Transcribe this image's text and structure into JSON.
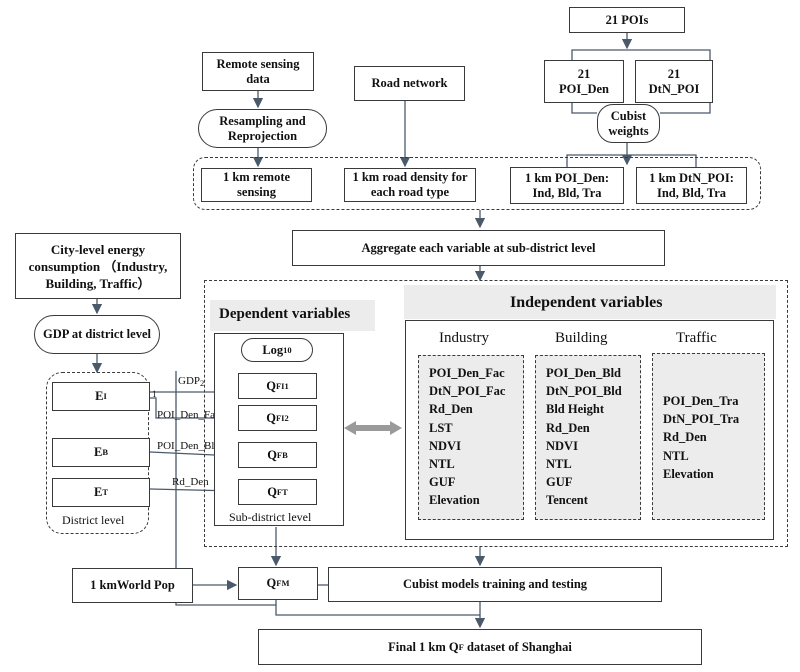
{
  "nodes": {
    "pois": "21 POIs",
    "poi_den_l1": "21",
    "poi_den_l2": "POI_Den",
    "dtn_poi_l1": "21",
    "dtn_poi_l2": "DtN_POI",
    "cubist_weights": "Cubist weights",
    "remote_sensing": "Remote sensing data",
    "resampling": "Resampling and Reprojection",
    "road_network": "Road network",
    "km_remote_sensing": "1 km remote sensing",
    "km_road_density": "1 km road density for each road type",
    "km_poi_den_l1": "1 km POI_Den:",
    "km_poi_den_l2": "Ind, Bld, Tra",
    "km_dtn_poi_l1": "1 km DtN_POI:",
    "km_dtn_poi_l2": "Ind, Bld, Tra",
    "aggregate": "Aggregate each variable at sub-district level",
    "city_energy": "City-level energy consumption （Industry, Building, Traffic）",
    "gdp_district": "GDP at district level",
    "e_i": "E",
    "e_i_sub": "I",
    "e_b": "E",
    "e_b_sub": "B",
    "e_t": "E",
    "e_t_sub": "T",
    "district_level": "District level",
    "log10": "Log",
    "log10_sub": "10",
    "q_fi1": "Q",
    "q_fi1_sub": "FI1",
    "q_fi2": "Q",
    "q_fi2_sub": "FI2",
    "q_fb": "Q",
    "q_fb_sub": "FB",
    "q_ft": "Q",
    "q_ft_sub": "FT",
    "sub_district_level": "Sub-district level",
    "world_pop": "1 kmWorld Pop",
    "q_fm": "Q",
    "q_fm_sub": "FM",
    "cubist_training": "Cubist models training and testing",
    "final_l1": "Final 1 km Q",
    "final_sub": "F",
    "final_l2": " dataset of Shanghai"
  },
  "edge_labels": {
    "gdp2": "GDP",
    "gdp2_sub": "2",
    "one": "1",
    "poi_den_fac": "POI_Den_Fac",
    "poi_den_bld": "POI_Den_Bld",
    "rd_den": "Rd_Den"
  },
  "dependent": {
    "title": "Dependent variables"
  },
  "independent": {
    "title": "Independent variables",
    "groups": [
      {
        "label": "Industry",
        "items": [
          "POI_Den_Fac",
          "DtN_POI_Fac",
          "Rd_Den",
          "LST",
          "NDVI",
          "NTL",
          "GUF",
          "Elevation"
        ]
      },
      {
        "label": "Building",
        "items": [
          "POI_Den_Bld",
          "DtN_POI_Bld",
          "Bld Height",
          "Rd_Den",
          "NDVI",
          "NTL",
          "GUF",
          "Tencent"
        ]
      },
      {
        "label": "Traffic",
        "items": [
          "POI_Den_Tra",
          "DtN_POI_Tra",
          "Rd_Den",
          "NTL",
          "Elevation"
        ]
      }
    ]
  }
}
